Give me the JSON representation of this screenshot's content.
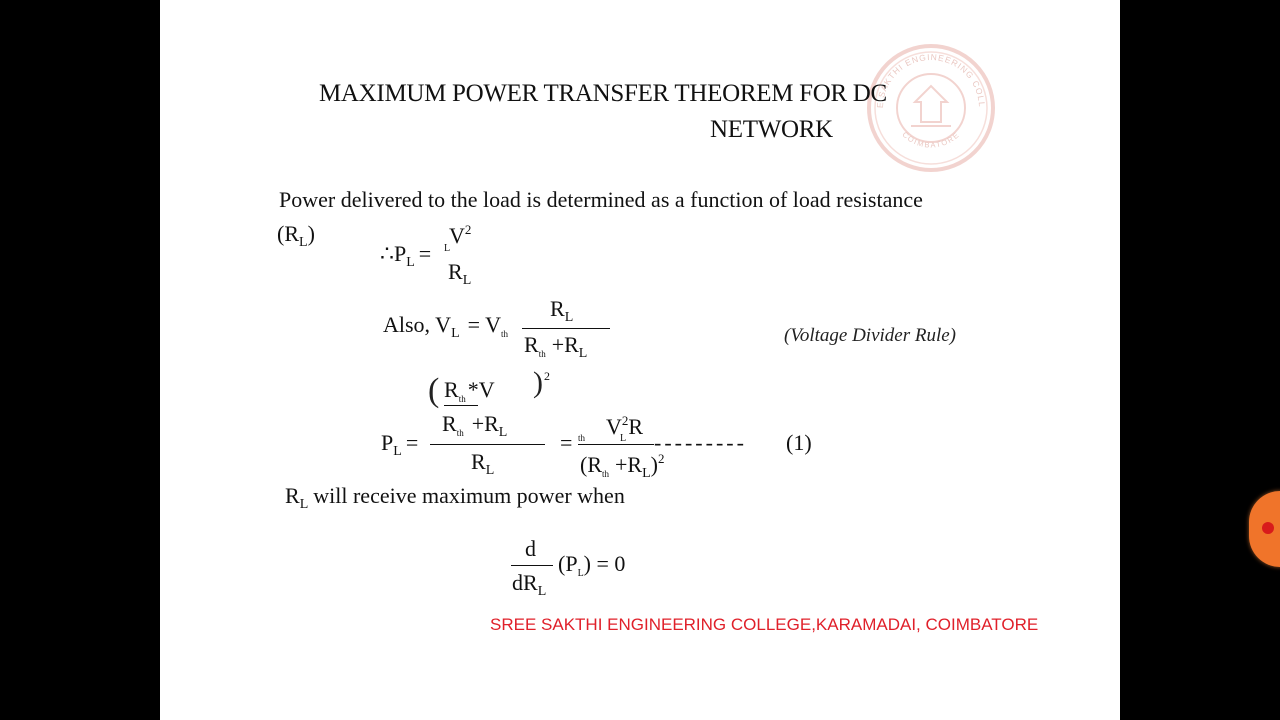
{
  "slide": {
    "title_line1": "MAXIMUM POWER TRANSFER THEOREM FOR DC",
    "title_line2": "NETWORK",
    "intro": "Power delivered to the load is determined as a function of load resistance",
    "intro_rl": "(R",
    "intro_rl_sub": "L",
    "intro_rl_close": ")",
    "eq1": {
      "therefore": "∴P",
      "sub_L": "L",
      "equals": "=",
      "num_V": "V",
      "num_sup": "2",
      "num_sub": "L",
      "den_R": "R",
      "den_sub": "L"
    },
    "eq2": {
      "prefix": "Also, V",
      "sub_L": "L",
      "eq_vth": "= V",
      "sub_th": "th",
      "num_R": "R",
      "num_sub": "L",
      "den_R1": "R",
      "den_sub1": "th",
      "den_plus": "+R",
      "den_sub2": "L"
    },
    "rule_note": "(Voltage Divider Rule)",
    "eq3": {
      "lhs": "P",
      "lhs_sub": "L",
      "equals": "=",
      "inner_num": "R",
      "inner_num_sub": "th",
      "inner_star": "*V",
      "inner_den": "R",
      "inner_den_sub1": "th",
      "inner_den_plus": "+R",
      "inner_den_sub2": "L",
      "outer_sup": "2",
      "outer_den": "R",
      "outer_den_sub": "L",
      "equals2": "=",
      "rhs_num": "V",
      "rhs_num_sup": "2",
      "rhs_num_sub": "th",
      "rhs_num_R": "R",
      "rhs_num_R_sub": "L",
      "rhs_den": "(R",
      "rhs_den_sub1": "th",
      "rhs_den_plus": "+R",
      "rhs_den_sub2": "L",
      "rhs_den_close": ")",
      "rhs_den_sup": "2",
      "dashes": "---------",
      "tag": "(1)"
    },
    "statement": "will receive maximum power when",
    "statement_R": "R",
    "statement_sub": "L",
    "eq4": {
      "num": "d",
      "den": "dR",
      "den_sub": "L",
      "rhs": "(P",
      "rhs_sub": "L",
      "rhs_close": ") = 0"
    },
    "footer": "SREE SAKTHI ENGINEERING COLLEGE,KARAMADAI, COIMBATORE",
    "seal": {
      "top_text": "SREE SAKTHI ENGINEERING COLLEGE",
      "bottom_text": "COIMBATORE",
      "color": "#e8b0a8"
    }
  },
  "colors": {
    "background": "#000000",
    "slide": "#ffffff",
    "footer": "#e0202a",
    "record": "#f0742a"
  }
}
